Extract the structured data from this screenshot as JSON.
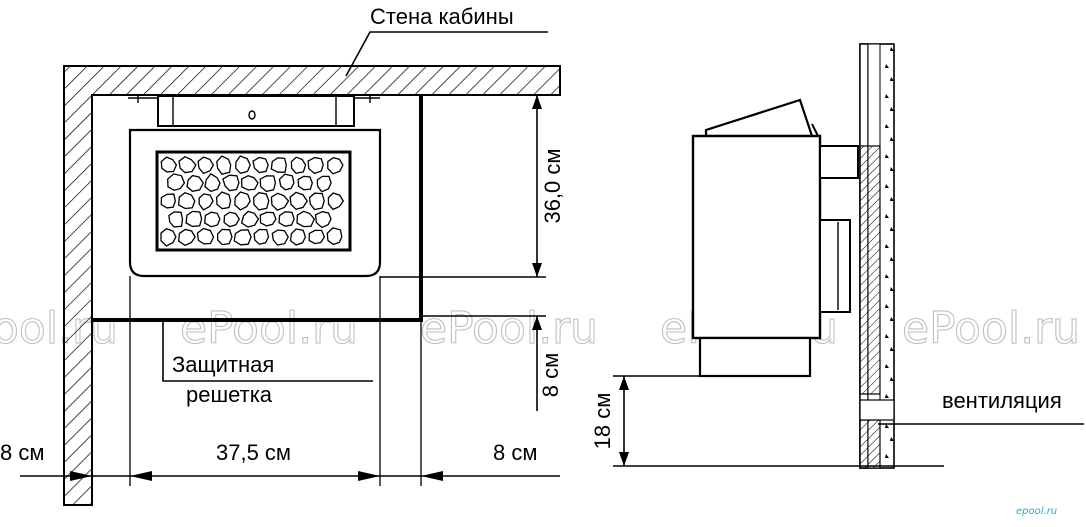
{
  "labels": {
    "cabin_wall": "Стена кабины",
    "height_top": "36,0 см",
    "grille_line1": "Защитная",
    "grille_line2": "решетка",
    "gap_below": "8 см",
    "left_gap": "8 см",
    "width": "37,5 см",
    "right_gap": "8 см",
    "floor_height": "18 см",
    "ventilation": "вентиляция"
  },
  "watermark": {
    "text_partial": "ool.ru",
    "text": "ePool.ru",
    "color": "#bfbfbf"
  },
  "logo": {
    "text": "epool.ru",
    "color": "#2aa8d6"
  }
}
